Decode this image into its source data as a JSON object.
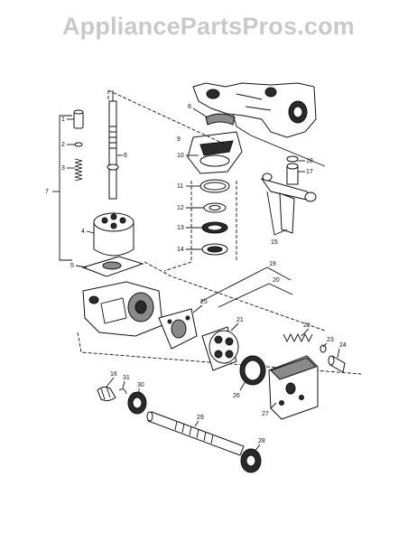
{
  "watermark": "AppliancePartsPros.com",
  "callouts": [
    "1",
    "2",
    "3",
    "7",
    "6",
    "4",
    "5",
    "8",
    "9",
    "10",
    "11",
    "12",
    "13",
    "14",
    "18",
    "17",
    "15",
    "19",
    "20",
    "25",
    "21",
    "22",
    "23",
    "24",
    "16",
    "31",
    "30",
    "26",
    "27",
    "29",
    "28"
  ]
}
